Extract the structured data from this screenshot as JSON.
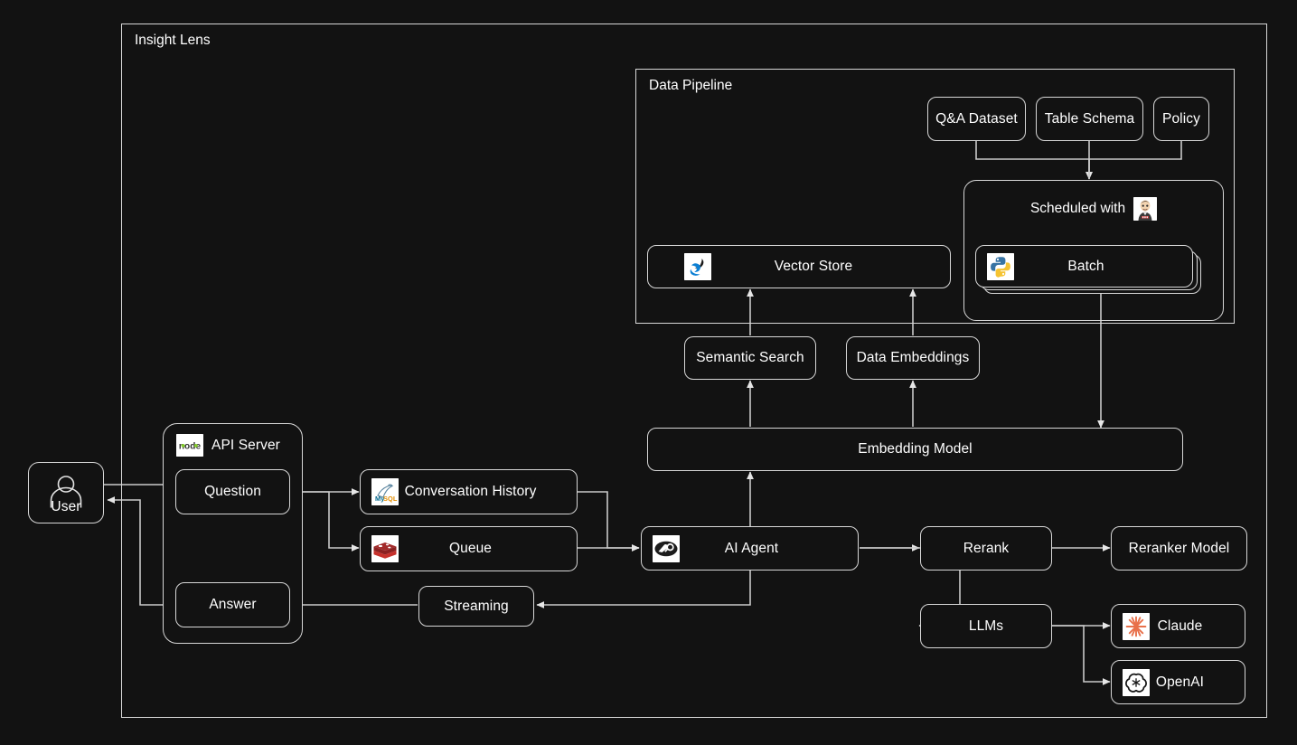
{
  "diagram": {
    "title": "Insight Lens",
    "background_color": "#121212",
    "stroke_color": "#d7d7d7",
    "text_color": "#ffffff"
  },
  "groups": {
    "root": {
      "label": "Insight Lens"
    },
    "data_pipeline": {
      "label": "Data Pipeline"
    },
    "scheduler": {
      "label": "Scheduled with",
      "icon": "jenkins-icon"
    }
  },
  "nodes": {
    "user": {
      "label": "User",
      "icon": "user-avatar-icon"
    },
    "api_server": {
      "label": "API Server",
      "icon": "nodejs-icon"
    },
    "question": {
      "label": "Question"
    },
    "answer": {
      "label": "Answer"
    },
    "conversation_history": {
      "label": "Conversation History",
      "icon": "mysql-icon"
    },
    "queue": {
      "label": "Queue",
      "icon": "redis-icon"
    },
    "streaming": {
      "label": "Streaming"
    },
    "ai_agent": {
      "label": "AI Agent",
      "icon": "langchain-icon"
    },
    "semantic_search": {
      "label": "Semantic Search"
    },
    "data_embeddings": {
      "label": "Data Embeddings"
    },
    "embedding_model": {
      "label": "Embedding Model"
    },
    "vector_store": {
      "label": "Vector Store",
      "icon": "milvus-icon"
    },
    "batch": {
      "label": "Batch",
      "icon": "python-icon"
    },
    "qa_dataset": {
      "label": "Q&A Dataset"
    },
    "table_schema": {
      "label": "Table Schema"
    },
    "policy": {
      "label": "Policy"
    },
    "rerank": {
      "label": "Rerank"
    },
    "reranker_model": {
      "label": "Reranker Model"
    },
    "llms": {
      "label": "LLMs"
    },
    "claude": {
      "label": "Claude",
      "icon": "claude-icon"
    },
    "openai": {
      "label": "OpenAI",
      "icon": "openai-icon"
    }
  },
  "edges": [
    {
      "from": "user",
      "to": "question"
    },
    {
      "from": "answer",
      "to": "user"
    },
    {
      "from": "question",
      "to": "conversation_history"
    },
    {
      "from": "question",
      "to": "queue"
    },
    {
      "from": "conversation_history",
      "to": "ai_agent"
    },
    {
      "from": "queue",
      "to": "ai_agent"
    },
    {
      "from": "ai_agent",
      "to": "streaming"
    },
    {
      "from": "streaming",
      "to": "answer"
    },
    {
      "from": "ai_agent",
      "to": "rerank"
    },
    {
      "from": "ai_agent",
      "to": "llms"
    },
    {
      "from": "rerank",
      "to": "reranker_model"
    },
    {
      "from": "llms",
      "to": "claude"
    },
    {
      "from": "llms",
      "to": "openai"
    },
    {
      "from": "ai_agent",
      "to": "embedding_model"
    },
    {
      "from": "embedding_model",
      "to": "semantic_search"
    },
    {
      "from": "embedding_model",
      "to": "data_embeddings"
    },
    {
      "from": "semantic_search",
      "to": "vector_store"
    },
    {
      "from": "data_embeddings",
      "to": "vector_store"
    },
    {
      "from": "qa_dataset",
      "to": "scheduler"
    },
    {
      "from": "table_schema",
      "to": "scheduler"
    },
    {
      "from": "policy",
      "to": "scheduler"
    },
    {
      "from": "batch",
      "to": "embedding_model"
    }
  ]
}
